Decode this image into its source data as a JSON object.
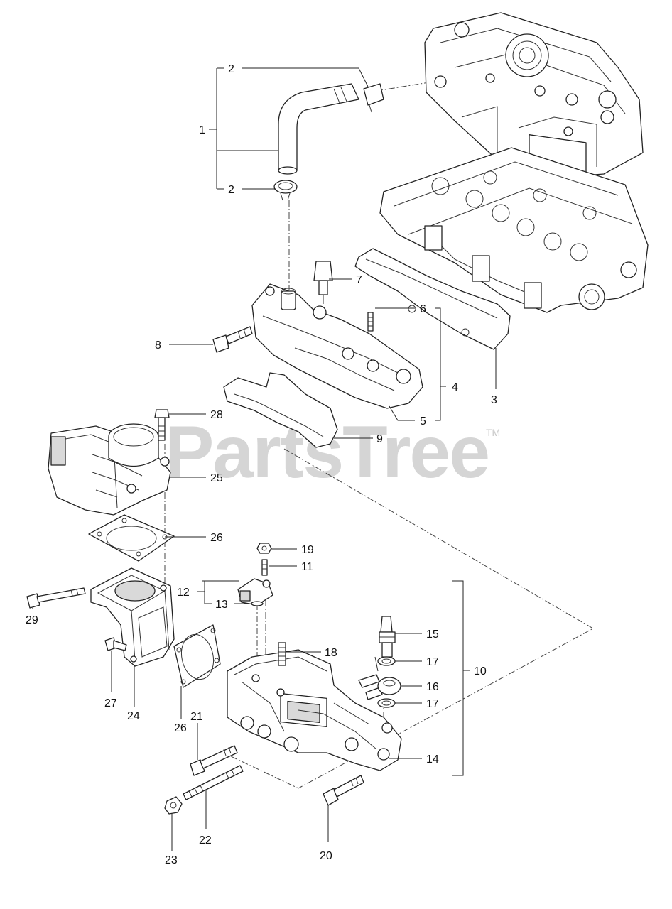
{
  "watermark": {
    "text": "PartsTree",
    "mark": "TM"
  },
  "callouts": [
    "1",
    "2",
    "2",
    "3",
    "4",
    "5",
    "6",
    "7",
    "8",
    "9",
    "10",
    "11",
    "12",
    "13",
    "14",
    "15",
    "16",
    "17",
    "17",
    "18",
    "19",
    "20",
    "21",
    "22",
    "23",
    "24",
    "25",
    "26",
    "26",
    "27",
    "28",
    "29"
  ],
  "colors": {
    "line": "#222222",
    "watermark": "#c8c8c8",
    "background": "#ffffff"
  }
}
